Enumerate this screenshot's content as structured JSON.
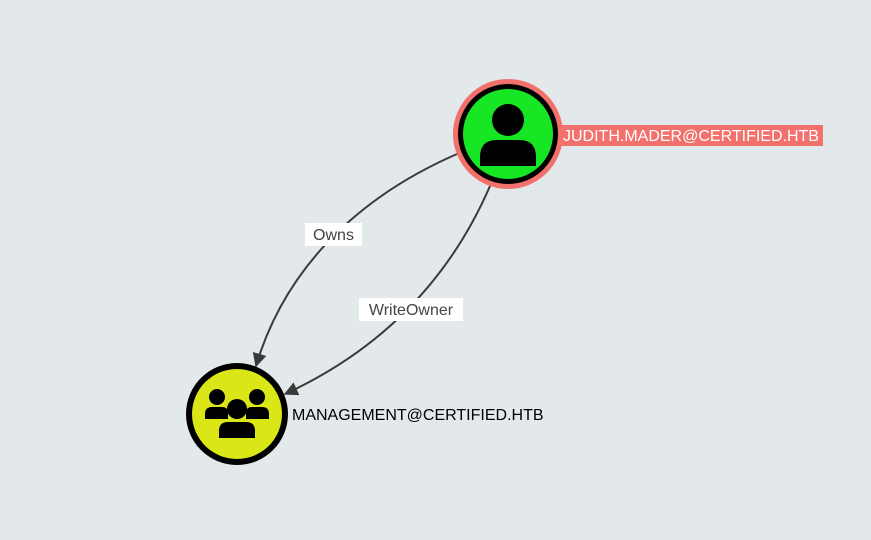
{
  "graph": {
    "nodes": [
      {
        "id": "judith",
        "label": "JUDITH.MADER@CERTIFIED.HTB",
        "type": "user",
        "icon": "user-icon",
        "fill_color": "#17e625",
        "ring_color": "#f3716c",
        "label_background": "#f3716c",
        "label_color": "#ffffff"
      },
      {
        "id": "management",
        "label": "MANAGEMENT@CERTIFIED.HTB",
        "type": "group",
        "icon": "group-icon",
        "fill_color": "#dbe617",
        "ring_color": "#000000",
        "label_color": "#000000"
      }
    ],
    "edges": [
      {
        "id": "owns",
        "from": "judith",
        "to": "management",
        "label": "Owns"
      },
      {
        "id": "writeowner",
        "from": "judith",
        "to": "management",
        "label": "WriteOwner"
      }
    ],
    "edge_color": "#3a3a3a",
    "background": "#e3e8eb"
  }
}
